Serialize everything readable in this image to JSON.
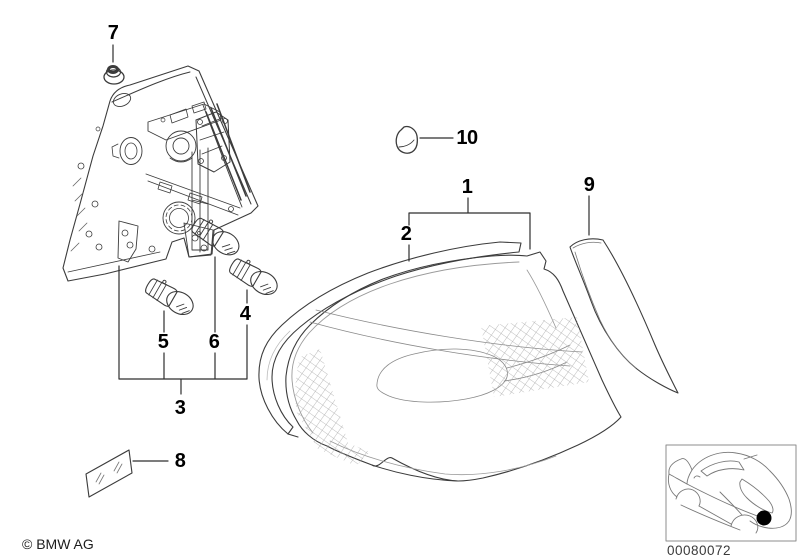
{
  "diagram": {
    "type": "parts-exploded-view",
    "callouts": [
      {
        "number": "1"
      },
      {
        "number": "2"
      },
      {
        "number": "3"
      },
      {
        "number": "4"
      },
      {
        "number": "5"
      },
      {
        "number": "6"
      },
      {
        "number": "7"
      },
      {
        "number": "8"
      },
      {
        "number": "9"
      },
      {
        "number": "10"
      }
    ]
  },
  "footer": {
    "copyright": "© BMW AG",
    "diagram_number": "00080072"
  },
  "colors": {
    "background": "#ffffff",
    "line": "#3c3c3c",
    "light_line": "#9a9a9a",
    "label": "#000000",
    "marker": "#000000",
    "thumbnail_border": "#8c8c8c"
  }
}
